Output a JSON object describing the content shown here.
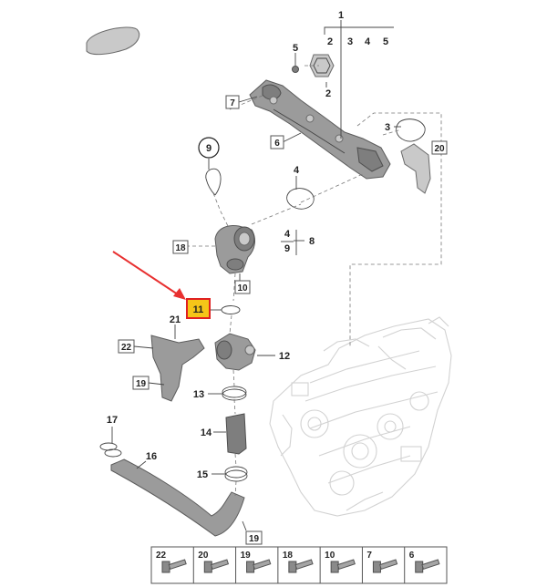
{
  "accent": {
    "highlight_fill": "#f5c518",
    "highlight_border": "#e02020",
    "arrow": "#e83030"
  },
  "labels": {
    "l1": "1",
    "l2": "2",
    "l3": "3",
    "l4": "4",
    "l5": "5",
    "l2b": "2",
    "l5b": "5",
    "l7": "7",
    "l3b": "3",
    "l20": "20",
    "l6": "6",
    "l9c": "9",
    "l4b": "4",
    "l4c": "4",
    "l9b": "9",
    "l8": "8",
    "l18": "18",
    "l10": "10",
    "l11": "11",
    "l21": "21",
    "l22": "22",
    "l12": "12",
    "l19": "19",
    "l13": "13",
    "l14": "14",
    "l17": "17",
    "l16": "16",
    "l15": "15",
    "l19b": "19"
  },
  "legend": [
    "22",
    "20",
    "19",
    "18",
    "10",
    "7",
    "6"
  ]
}
